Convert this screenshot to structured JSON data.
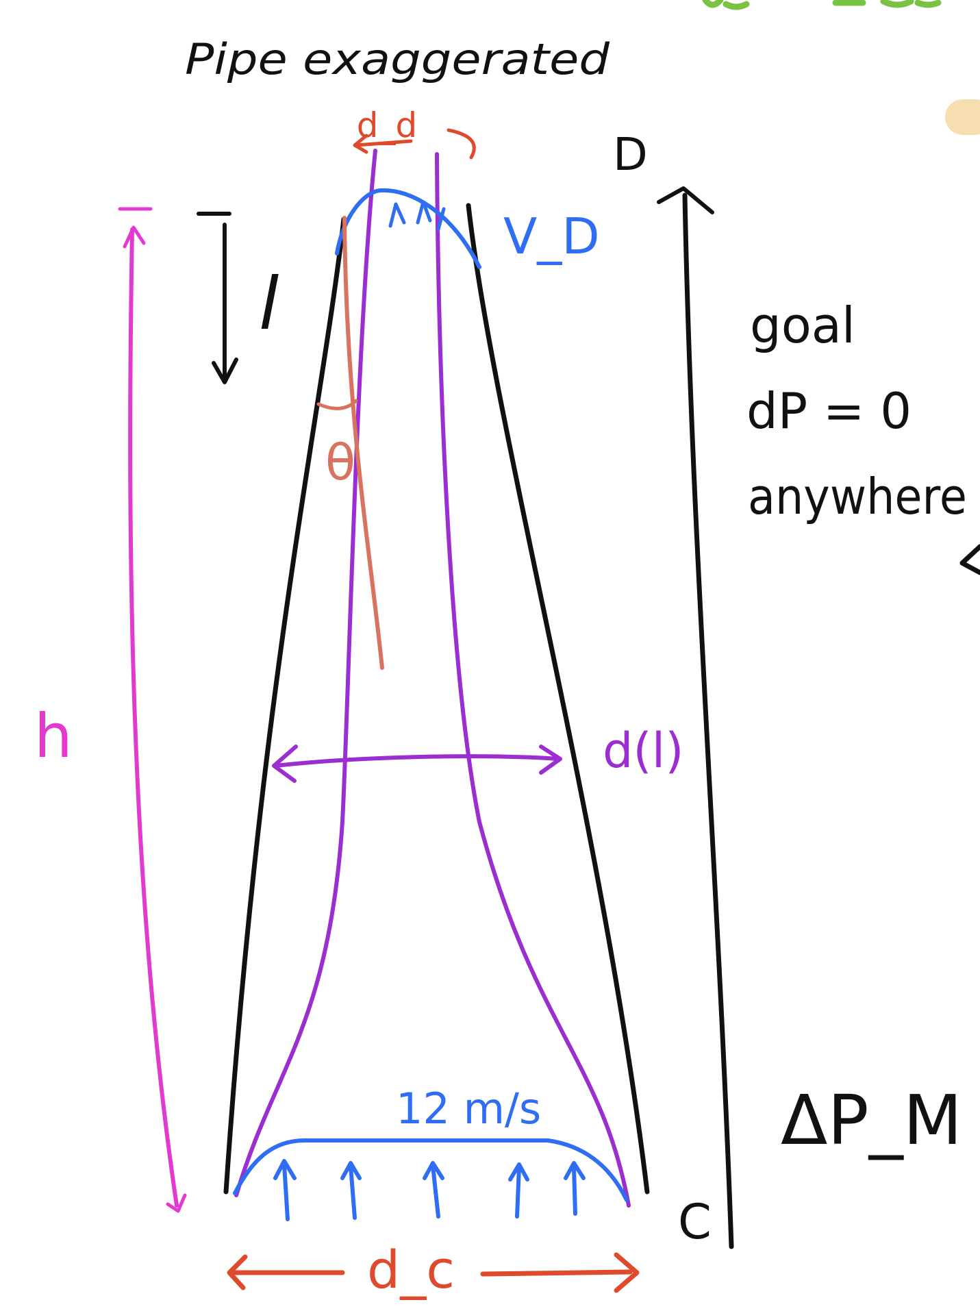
{
  "title": "Pipe exaggerated",
  "labels": {
    "top_diameter": "d_d",
    "point_top": "D",
    "velocity_top": "V_D",
    "length_var": "l",
    "height": "h",
    "angle": "θ",
    "local_diameter": "d(l)",
    "bottom_velocity": "12 m/s",
    "point_bottom": "C",
    "bottom_diameter": "d_c",
    "goal_line1": "goal",
    "goal_line2": "dP = 0",
    "goal_line3": "anywhere",
    "pressure_partial": "ΔP_M = "
  },
  "colors": {
    "ink_black": "#111111",
    "ink_red": "#e04a2c",
    "ink_blue": "#2f6df2",
    "ink_purple": "#9a2ed0",
    "ink_pink": "#e23ad0",
    "ink_salmon": "#d9735f",
    "ink_green": "#79c242",
    "ink_yellow": "#f6deb0"
  }
}
